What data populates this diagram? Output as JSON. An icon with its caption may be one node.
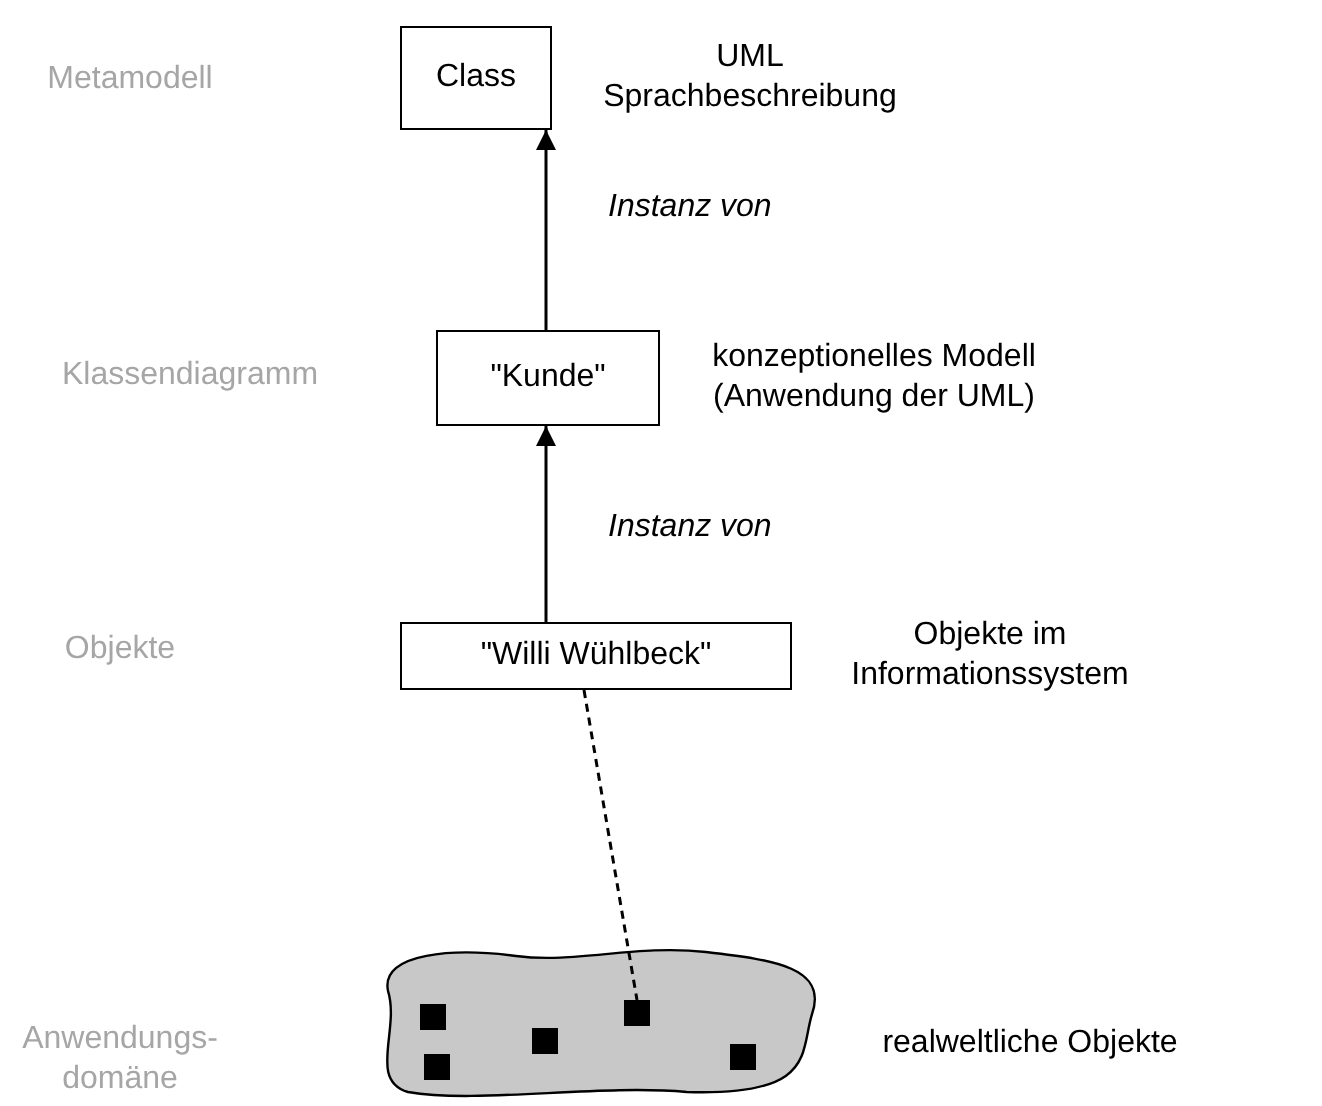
{
  "diagram": {
    "nodes": [
      {
        "text": [
          "Class"
        ],
        "beside": [
          "UML Sprachbeschreibung"
        ]
      },
      {
        "text": [
          "\"Kunde\""
        ],
        "beside": [
          "konzeptionelles Modell (Anwendung der UML)"
        ]
      },
      {
        "text": [
          "\"Willi Wühlbeck\""
        ],
        "beside": [
          "Objekte im Informationssystem"
        ]
      },
      {
        "text": [],
        "shape": "cloud",
        "beside": [
          "realweltliche Objekte"
        ]
      },
      {
        "text": [],
        "shape": "box",
        "in": 3
      },
      {
        "text": [],
        "shape": "box",
        "in": 3
      },
      {
        "text": [],
        "shape": "box",
        "in": 3
      },
      {
        "text": [],
        "shape": "box",
        "in": 3
      },
      {
        "text": [],
        "shape": "box",
        "in": 3
      }
    ],
    "edges": [
      {
        "from": 1,
        "to": 0,
        "arrow": "to",
        "label": "Instanz von"
      },
      {
        "from": 2,
        "to": 1,
        "arrow": "to",
        "label": "Instanz von"
      },
      {
        "from": 2,
        "to": 7,
        "arrow": "none",
        "style": "dashed"
      }
    ],
    "labels": [
      "Metamodell",
      "Klassendiagramm",
      "Objekte",
      "Anwendungs-domäne"
    ]
  }
}
